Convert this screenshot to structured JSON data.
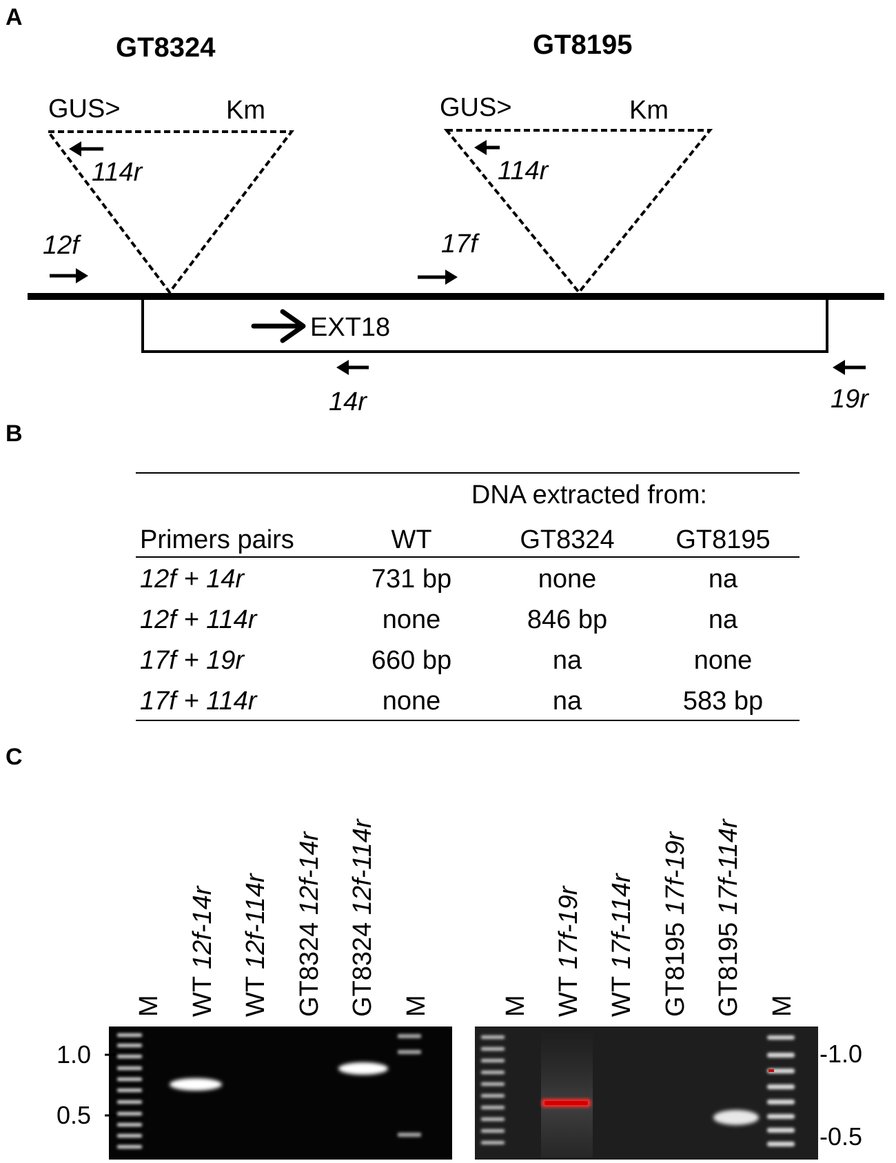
{
  "panel_a": {
    "label": "A",
    "left_line": {
      "name": "GT8324"
    },
    "right_line": {
      "name": "GT8195"
    },
    "insert_left_label": "GUS>",
    "insert_right_label": "Km",
    "insert_primer": "114r",
    "primers": {
      "p12f": "12f",
      "p17f": "17f",
      "p14r": "14r",
      "p19r": "19r"
    },
    "gene_label": "EXT18"
  },
  "panel_b": {
    "label": "B",
    "super_header": "DNA extracted from:",
    "headers": [
      "Primers pairs",
      "WT",
      "GT8324",
      "GT8195"
    ],
    "rows": [
      [
        "12f + 14r",
        "731 bp",
        "none",
        "na"
      ],
      [
        "12f + 114r",
        "none",
        "846 bp",
        "na"
      ],
      [
        "17f + 19r",
        "660 bp",
        "na",
        "none"
      ],
      [
        "17f + 114r",
        "none",
        "na",
        "583 bp"
      ]
    ]
  },
  "panel_c": {
    "label": "C",
    "left_gel": {
      "lanes": [
        {
          "prefix": "M",
          "primers": ""
        },
        {
          "prefix": "WT ",
          "primers": "12f-14r"
        },
        {
          "prefix": "WT ",
          "primers": "12f-114r"
        },
        {
          "prefix": "GT8324 ",
          "primers": "12f-14r"
        },
        {
          "prefix": "GT8324 ",
          "primers": "12f-114r"
        },
        {
          "prefix": "M",
          "primers": ""
        }
      ],
      "scale": [
        "1.0",
        "0.5"
      ]
    },
    "right_gel": {
      "lanes": [
        {
          "prefix": "M",
          "primers": ""
        },
        {
          "prefix": "WT ",
          "primers": "17f-19r"
        },
        {
          "prefix": "WT ",
          "primers": "17f-114r"
        },
        {
          "prefix": "GT8195 ",
          "primers": "17f-19r"
        },
        {
          "prefix": "GT8195 ",
          "primers": "17f-114r"
        },
        {
          "prefix": "M",
          "primers": ""
        }
      ],
      "scale": [
        "-1.0",
        "-0.5"
      ]
    }
  }
}
